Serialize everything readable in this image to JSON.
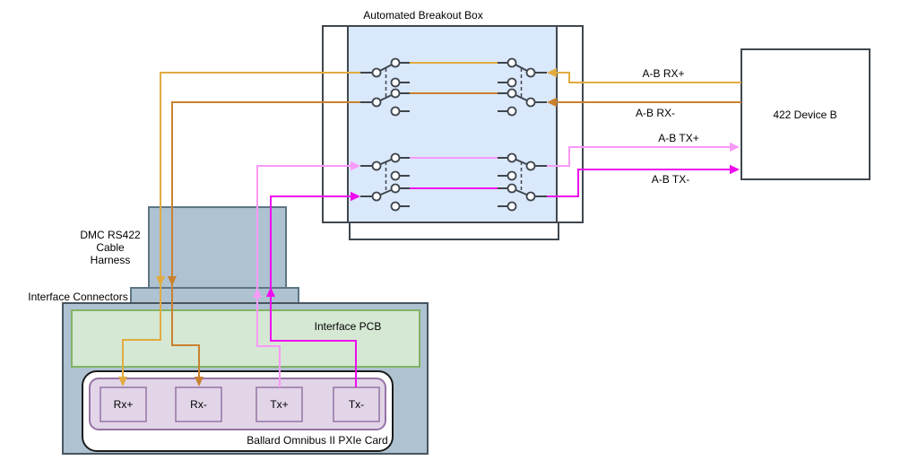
{
  "title": "Automated Breakout Box",
  "device_b_label": "422 Device B",
  "wire_labels": {
    "rx_plus": "A-B RX+",
    "rx_minus": "A-B RX-",
    "tx_plus": "A-B TX+",
    "tx_minus": "A-B TX-"
  },
  "harness_label": {
    "line1": "DMC RS422",
    "line2": "Cable",
    "line3": "Harness"
  },
  "interface_connectors_label": "Interface Connectors",
  "interface_pcb_label": "Interface PCB",
  "card_label": "Ballard Omnibus II PXIe Card",
  "ports": {
    "rx_plus": "Rx+",
    "rx_minus": "Rx-",
    "tx_plus": "Tx+",
    "tx_minus": "Tx-"
  },
  "colors": {
    "rx_plus_wire": "#E2AB3F",
    "rx_minus_wire": "#C9812F",
    "tx_plus_wire": "#F89AF8",
    "tx_minus_wire": "#EE0CEE",
    "breakout_fill": "#DAE8FC",
    "hardware_fill": "#AEC2D1",
    "pcb_fill": "#D5E8D4",
    "pcb_border": "#82B366",
    "card_slot_fill": "#E1D5E7",
    "card_slot_border": "#9673A6"
  }
}
